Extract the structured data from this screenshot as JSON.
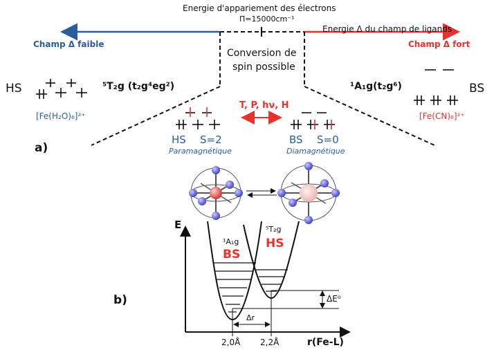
{
  "top": {
    "pairing_energy_label": "Energie d'appariement des électrons",
    "pairing_energy_value": "Π=15000cm⁻¹",
    "weak_field_label": "Champ Δ faible",
    "ligand_field_label": "Energie Δ du champ de ligands",
    "strong_field_label": "Champ Δ fort",
    "spin_conversion_line1": "Conversion de",
    "spin_conversion_line2": "spin possible"
  },
  "left_complex": {
    "state": "HS",
    "term": "⁵T₂g (t₂g⁴eg²)",
    "formula": "[Fe(H₂O)₆]²⁺"
  },
  "right_complex": {
    "state": "BS",
    "term": "¹A₁g(t₂g⁶)",
    "formula": "[Fe(CN)₆]²⁺"
  },
  "middle": {
    "stimuli": "T, P, hν, H",
    "hs_label": "HS",
    "hs_spin": "S=2",
    "hs_magnetism": "Paramagnétique",
    "bs_label": "BS",
    "bs_spin": "S=0",
    "bs_magnetism": "Diamagnétique"
  },
  "panel_labels": {
    "a": "a)",
    "b": "b)"
  },
  "energy_plot": {
    "y_axis": "E",
    "x_axis": "r(Fe-L)",
    "bs_term": "¹A₁g",
    "bs_label": "BS",
    "hs_term": "⁵T₂g",
    "hs_label": "HS",
    "delta_e": "ΔE⁰",
    "delta_r": "Δr",
    "r_bs": "2,0Å",
    "r_hs": "2,2Å"
  },
  "colors": {
    "blue": "#2b5d9c",
    "red": "#e8322c",
    "atom": "#6f6fe0",
    "center_bs": "#e6a4a4"
  }
}
